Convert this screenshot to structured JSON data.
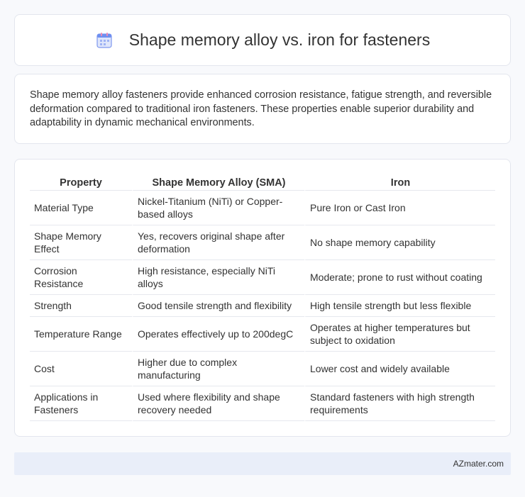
{
  "header": {
    "title": "Shape memory alloy vs. iron for fasteners",
    "icon": "calendar-icon"
  },
  "intro": {
    "text": "Shape memory alloy fasteners provide enhanced corrosion resistance, fatigue strength, and reversible deformation compared to traditional iron fasteners. These properties enable superior durability and adaptability in dynamic mechanical environments."
  },
  "table": {
    "headers": [
      "Property",
      "Shape Memory Alloy (SMA)",
      "Iron"
    ],
    "rows": [
      [
        "Material Type",
        "Nickel-Titanium (NiTi) or Copper-based alloys",
        "Pure Iron or Cast Iron"
      ],
      [
        "Shape Memory Effect",
        "Yes, recovers original shape after deformation",
        "No shape memory capability"
      ],
      [
        "Corrosion Resistance",
        "High resistance, especially NiTi alloys",
        "Moderate; prone to rust without coating"
      ],
      [
        "Strength",
        "Good tensile strength and flexibility",
        "High tensile strength but less flexible"
      ],
      [
        "Temperature Range",
        "Operates effectively up to 200degC",
        "Operates at higher temperatures but subject to oxidation"
      ],
      [
        "Cost",
        "Higher due to complex manufacturing",
        "Lower cost and widely available"
      ],
      [
        "Applications in Fasteners",
        "Used where flexibility and shape recovery needed",
        "Standard fasteners with high strength requirements"
      ]
    ]
  },
  "footer": {
    "site": "AZmater.com"
  },
  "colors": {
    "background": "#f8f9fc",
    "card": "#ffffff",
    "footer_bg": "#e9eef9",
    "icon_blue": "#6f8ff0",
    "icon_pink": "#f08bb2"
  }
}
